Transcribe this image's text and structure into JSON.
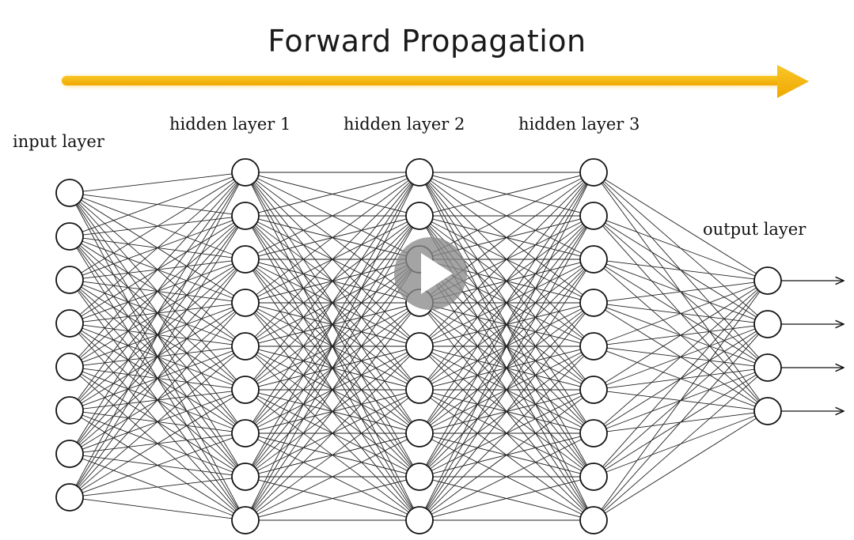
{
  "header": {
    "title": "Forward Propagation"
  },
  "arrow": {
    "color": "#F5B50A"
  },
  "network": {
    "layers": [
      {
        "label": "input layer",
        "nodes": 8
      },
      {
        "label": "hidden layer 1",
        "nodes": 9
      },
      {
        "label": "hidden layer 2",
        "nodes": 9
      },
      {
        "label": "hidden layer 3",
        "nodes": 9
      },
      {
        "label": "output layer",
        "nodes": 4
      }
    ],
    "outputs": 4
  },
  "video": {
    "play_icon": "play-icon"
  }
}
